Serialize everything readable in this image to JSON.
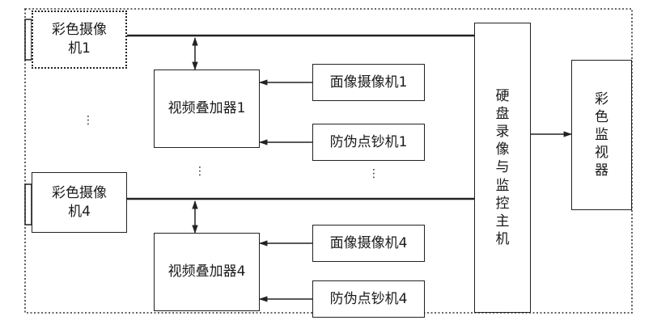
{
  "camera1": {
    "line1": "彩色摄像",
    "line2": "机1"
  },
  "camera4": {
    "line1": "彩色摄像",
    "line2": "机4"
  },
  "overlay1": "视频叠加器1",
  "overlay4": "视频叠加器4",
  "face_camera1": "面像摄像机1",
  "face_camera4": "面像摄像机4",
  "counterfeit1": "防伪点钞机1",
  "counterfeit4": "防伪点钞机4",
  "host_chars": [
    "硬",
    "盘",
    "录",
    "像",
    "与",
    "监",
    "控",
    "主",
    "机"
  ],
  "monitor_chars": [
    "彩",
    "色",
    "监",
    "视",
    "器"
  ],
  "ellipsis": "⋮"
}
